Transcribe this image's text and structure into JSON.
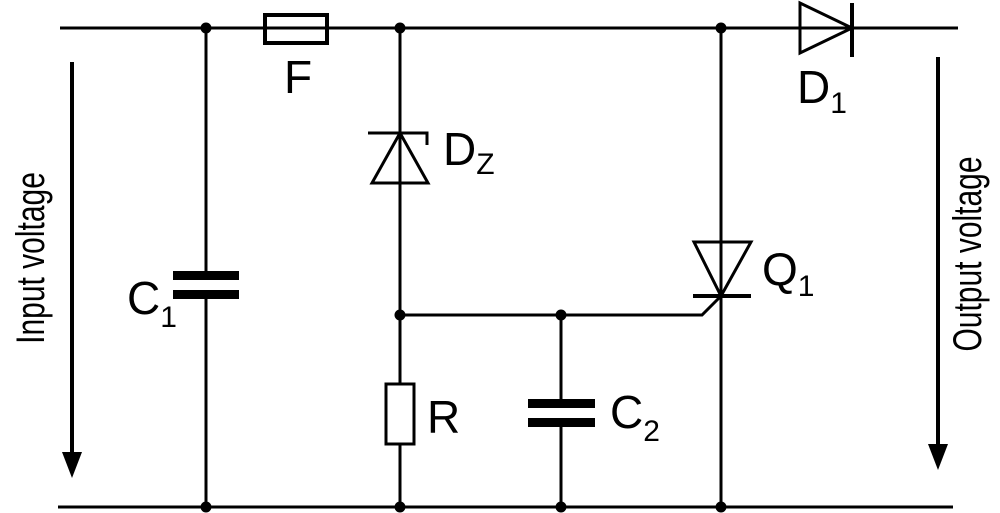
{
  "diagram": {
    "kind": "circuit-schematic",
    "colors": {
      "background": "#ffffff",
      "stroke": "#000000"
    },
    "side_labels": {
      "input": "Input voltage",
      "output": "Output voltage"
    },
    "components": [
      {
        "id": "F",
        "label": "F",
        "sub": "",
        "type": "fuse"
      },
      {
        "id": "C1",
        "label": "C",
        "sub": "1",
        "type": "capacitor"
      },
      {
        "id": "Dz",
        "label": "D",
        "sub": "Z",
        "type": "zener-diode"
      },
      {
        "id": "R",
        "label": "R",
        "sub": "",
        "type": "resistor"
      },
      {
        "id": "C2",
        "label": "C",
        "sub": "2",
        "type": "capacitor"
      },
      {
        "id": "Q1",
        "label": "Q",
        "sub": "1",
        "type": "thyristor"
      },
      {
        "id": "D1",
        "label": "D",
        "sub": "1",
        "type": "diode"
      }
    ]
  }
}
